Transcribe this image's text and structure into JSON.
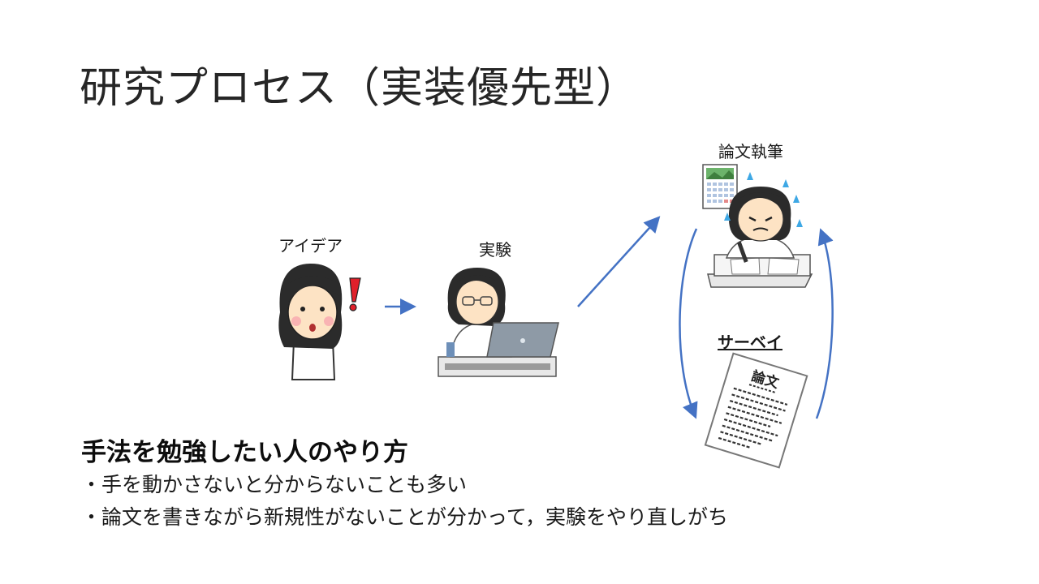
{
  "slide": {
    "title": "研究プロセス（実装優先型）",
    "labels": {
      "idea": "アイデア",
      "experiment": "実験",
      "paper_writing": "論文執筆",
      "survey": "サーベイ",
      "paper_doc": "論文"
    },
    "summary": {
      "heading": "手法を勉強したい人のやり方",
      "bullets": [
        "・手を動かさないと分からないことも多い",
        "・論文を書きながら新規性がないことが分かって，実験をやり直しがち"
      ]
    }
  },
  "icons": [
    "woman-idea-icon",
    "exclamation-icon",
    "researcher-laptop-icon",
    "calendar-icon",
    "stressed-writer-icon",
    "paper-document-icon"
  ],
  "colors": {
    "arrow": "#4472c4",
    "title": "#262626",
    "exclamation": "#e0202a"
  }
}
